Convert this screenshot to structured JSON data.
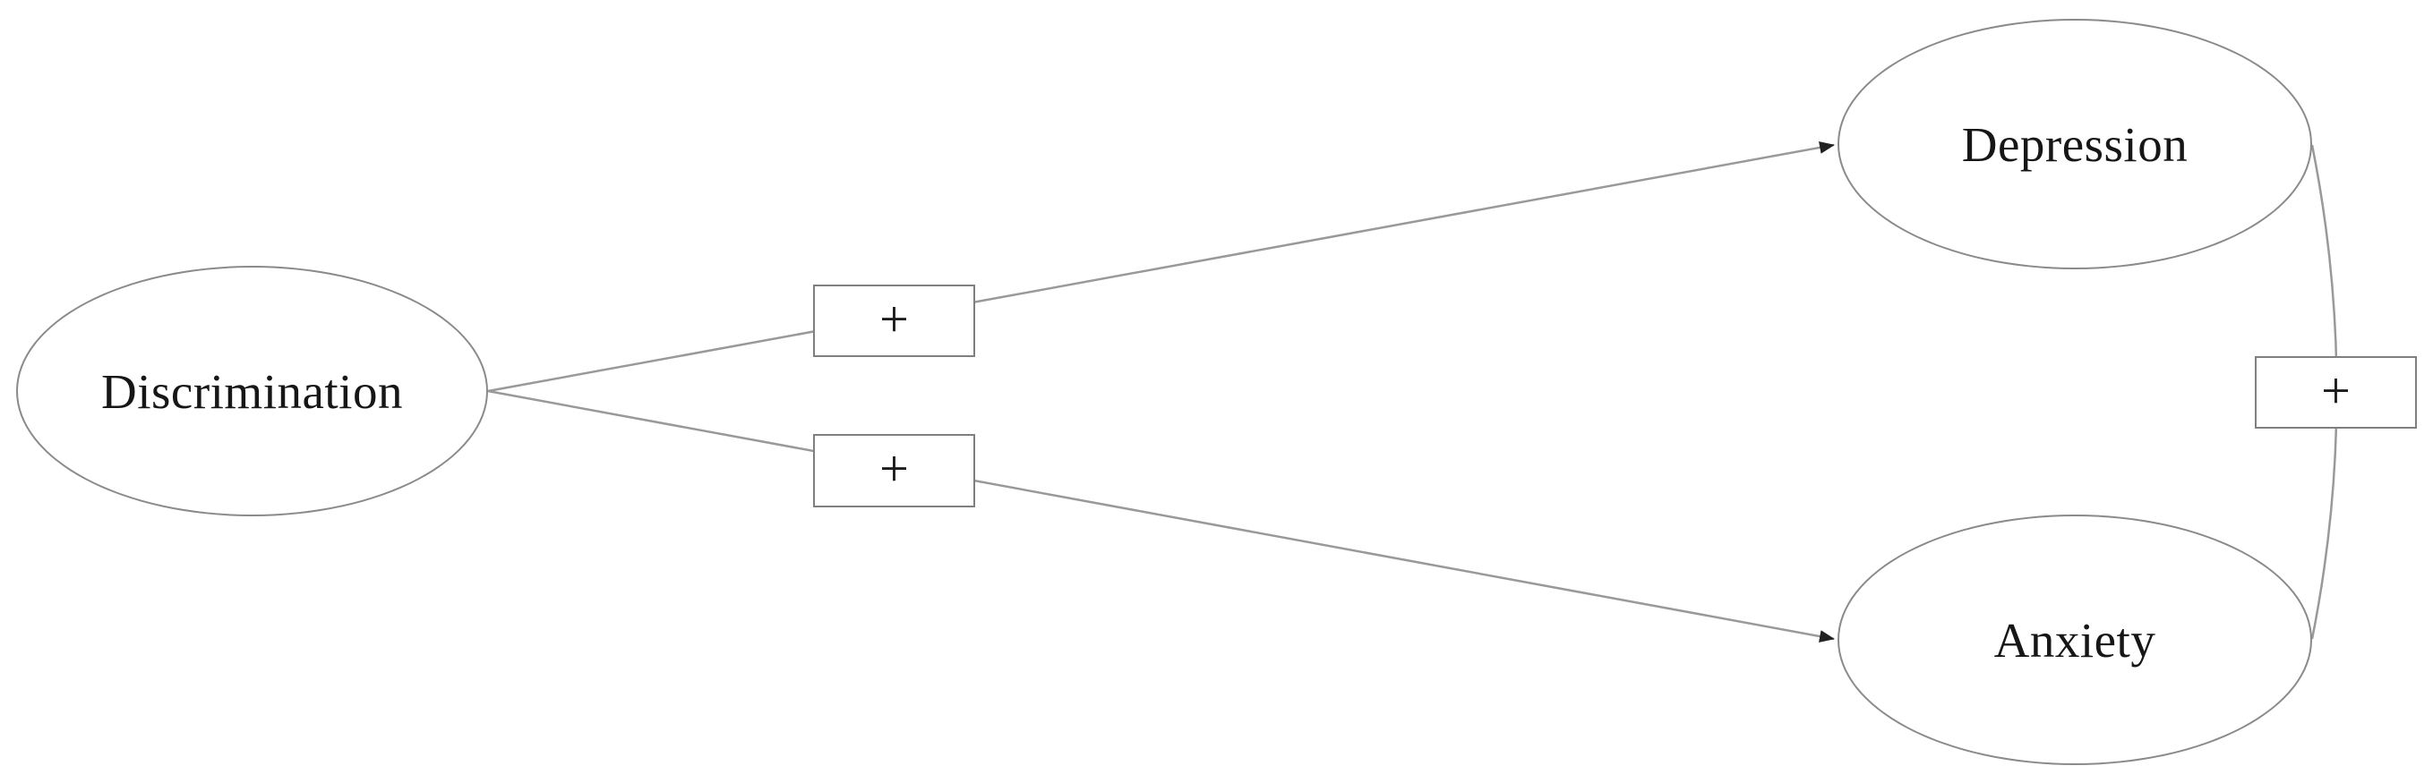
{
  "diagram": {
    "type": "path-model",
    "background_color": "#ffffff",
    "stroke_color": "#8a8a8a",
    "line_color": "#999999",
    "arrowhead_color": "#222222",
    "text_color": "#161616",
    "nodes": [
      {
        "id": "discrimination",
        "label": "Discrimination",
        "shape": "ellipse"
      },
      {
        "id": "depression",
        "label": "Depression",
        "shape": "ellipse"
      },
      {
        "id": "anxiety",
        "label": "Anxiety",
        "shape": "ellipse"
      }
    ],
    "edges": [
      {
        "from": "Discrimination",
        "to": "Depression",
        "sign": "+",
        "style": "straight-arrow"
      },
      {
        "from": "Discrimination",
        "to": "Anxiety",
        "sign": "+",
        "style": "straight-arrow"
      },
      {
        "from": "Depression",
        "to": "Anxiety",
        "sign": "+",
        "style": "curved-covariance"
      }
    ]
  }
}
